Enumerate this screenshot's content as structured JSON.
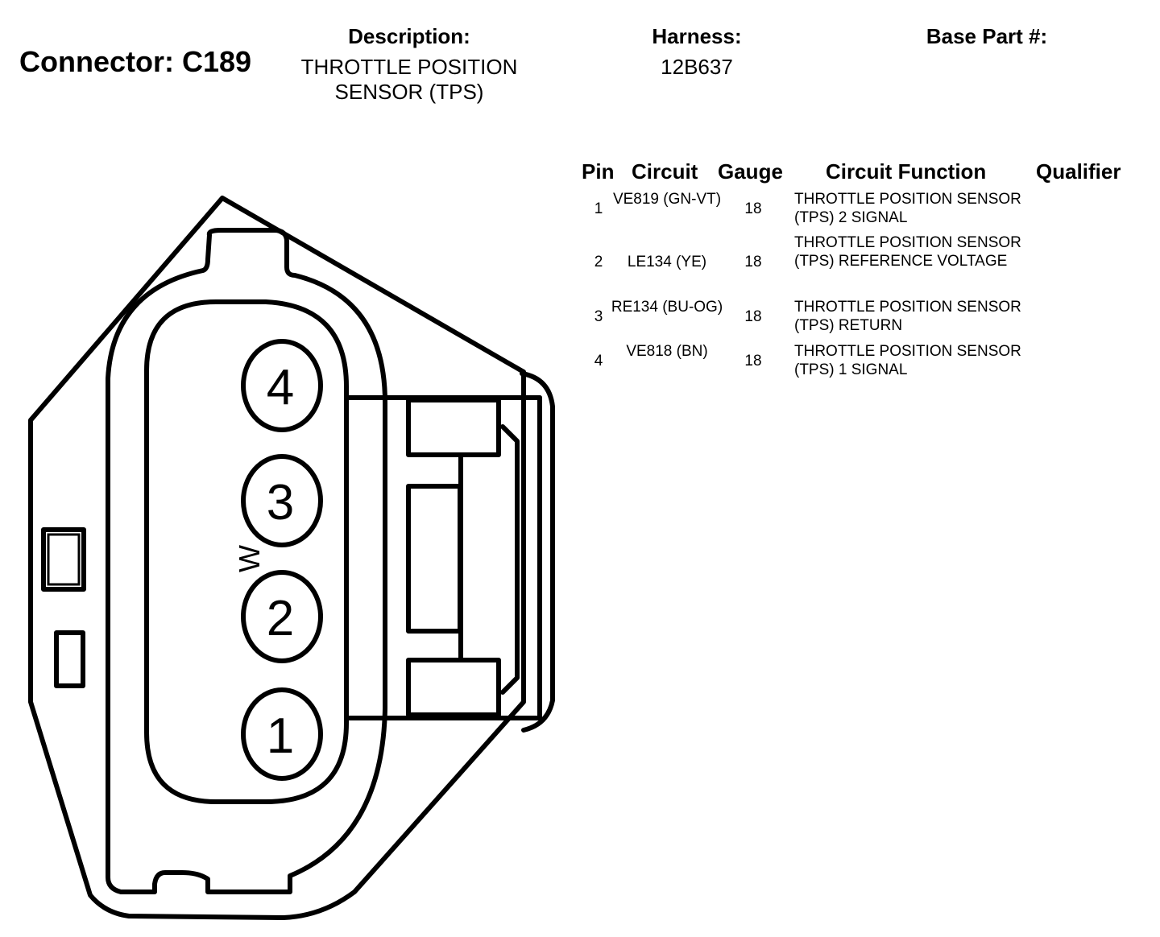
{
  "header": {
    "connector_label": "Connector: C189",
    "description_label": "Description:",
    "description_value": "THROTTLE POSITION SENSOR (TPS)",
    "harness_label": "Harness:",
    "harness_value": "12B637",
    "base_part_label": "Base Part #:",
    "base_part_value": ""
  },
  "pin_table": {
    "headers": [
      "Pin",
      "Circuit",
      "Gauge",
      "Circuit Function",
      "Qualifier"
    ],
    "rows": [
      {
        "pin": "1",
        "circuit": "VE819 (GN-VT)",
        "gauge": "18",
        "function": "THROTTLE POSITION SENSOR (TPS) 2 SIGNAL",
        "qualifier": ""
      },
      {
        "pin": "2",
        "circuit": "LE134 (YE)",
        "gauge": "18",
        "function": "THROTTLE POSITION SENSOR (TPS) REFERENCE VOLTAGE",
        "qualifier": ""
      },
      {
        "pin": "3",
        "circuit": "RE134 (BU-OG)",
        "gauge": "18",
        "function": "THROTTLE POSITION SENSOR (TPS) RETURN",
        "qualifier": ""
      },
      {
        "pin": "4",
        "circuit": "VE818 (BN)",
        "gauge": "18",
        "function": "THROTTLE POSITION SENSOR (TPS) 1 SIGNAL",
        "qualifier": ""
      }
    ]
  },
  "connector_face": {
    "pin_labels": [
      "4",
      "3",
      "2",
      "1"
    ],
    "marker_label": "W"
  }
}
